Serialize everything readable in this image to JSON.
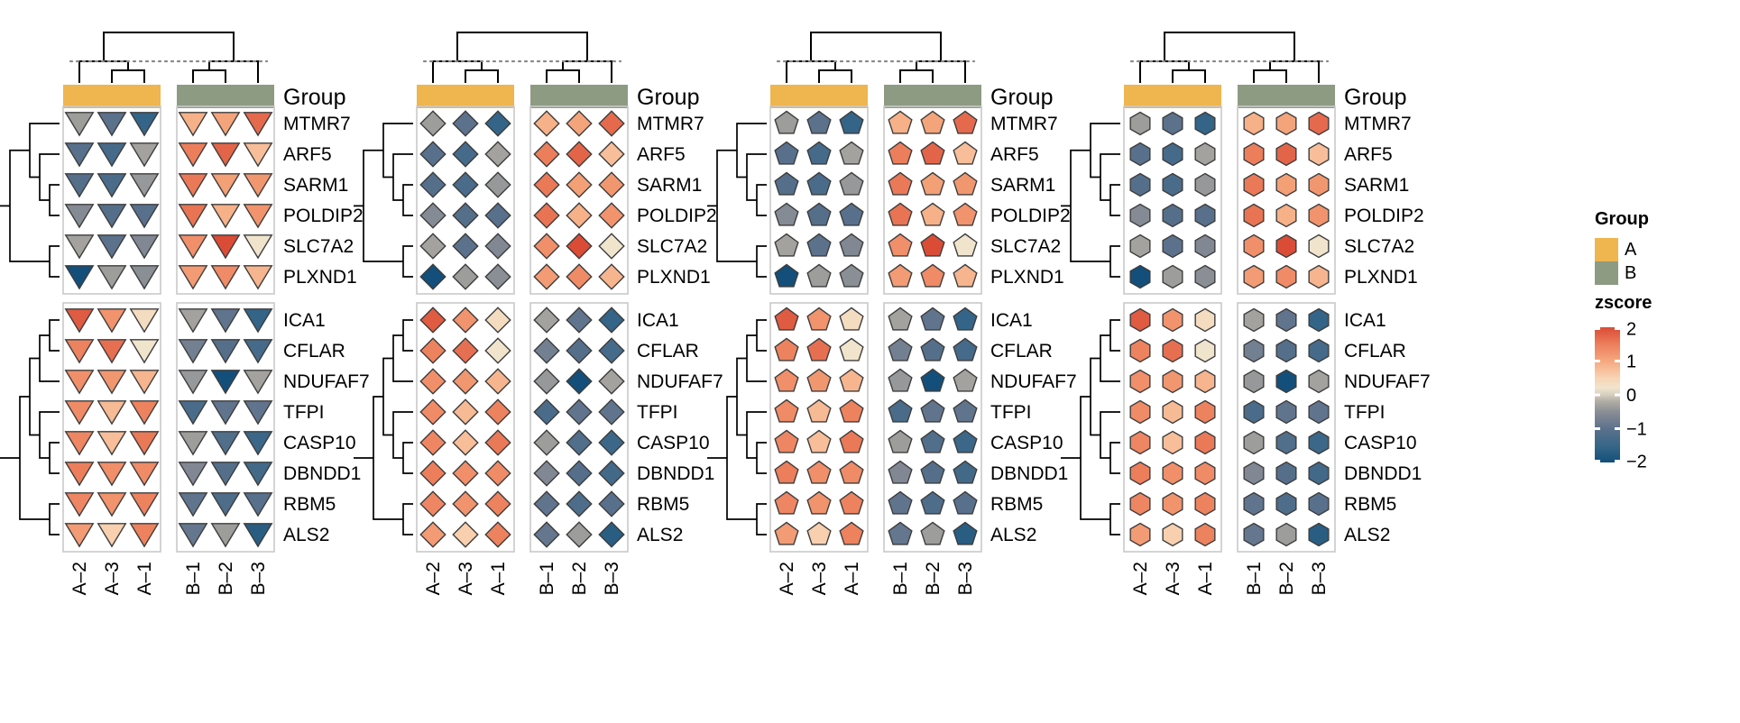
{
  "figure": {
    "type": "heatmap",
    "title": "",
    "n_panels": 4,
    "shapes": [
      "triangle",
      "diamond",
      "pentagon",
      "hexagon"
    ],
    "group_label": "Group"
  },
  "legends": {
    "group": {
      "title": "Group",
      "items": [
        {
          "label": "A",
          "color": "#EFB champion"
        },
        {
          "label": "B",
          "color": "#8d9b83"
        }
      ]
    },
    "zscore": {
      "title": "zscore",
      "ticks": [
        "2",
        "1",
        "0",
        "−1",
        "−2"
      ],
      "max": 2,
      "min": -2,
      "high_color": "#d6604d",
      "mid_color": "#f7f0e4",
      "low_color": "#1c5c82"
    }
  },
  "chart_data": {
    "type": "heatmap",
    "title": "",
    "xlabel": "",
    "ylabel": "",
    "legend_position": "right",
    "colorbar": {
      "label": "zscore",
      "ticks": [
        2,
        1,
        0,
        -1,
        -2
      ],
      "range": [
        -2,
        2
      ]
    },
    "columns": [
      "A-2",
      "A-3",
      "A-1",
      "B-1",
      "B-2",
      "B-3"
    ],
    "column_groups": [
      "A",
      "A",
      "A",
      "B",
      "B",
      "B"
    ],
    "group_colors": {
      "A": "#efb54f",
      "B": "#8d9b83"
    },
    "rows": [
      "MTMR7",
      "ARF5",
      "SARM1",
      "POLDIP2",
      "SLC7A2",
      "PLXND1",
      "ICA1",
      "CFLAR",
      "NDUFAF7",
      "TFPI",
      "CASP10",
      "DBNDD1",
      "RBM5",
      "ALS2"
    ],
    "row_blocks": [
      {
        "rows": [
          "MTMR7",
          "ARF5",
          "SARM1",
          "POLDIP2",
          "SLC7A2",
          "PLXND1"
        ]
      },
      {
        "rows": [
          "ICA1",
          "CFLAR",
          "NDUFAF7",
          "TFPI",
          "CASP10",
          "DBNDD1",
          "RBM5",
          "ALS2"
        ]
      }
    ],
    "values": [
      [
        -0.35,
        -1.0,
        -1.55,
        0.9,
        1.05,
        1.7
      ],
      [
        -1.05,
        -1.3,
        -0.3,
        1.5,
        1.75,
        0.75
      ],
      [
        -1.1,
        -1.25,
        -0.4,
        1.55,
        1.1,
        1.2
      ],
      [
        -0.55,
        -1.1,
        -1.05,
        1.6,
        0.9,
        1.25
      ],
      [
        -0.3,
        -1.0,
        -0.6,
        1.3,
        2.0,
        0.2
      ],
      [
        -2.0,
        -0.35,
        -0.5,
        1.15,
        1.35,
        0.85
      ],
      [
        1.85,
        1.25,
        0.35,
        -0.3,
        -0.95,
        -1.55
      ],
      [
        1.45,
        1.65,
        0.2,
        -0.75,
        -1.1,
        -1.3
      ],
      [
        1.3,
        1.2,
        0.85,
        -0.4,
        -2.0,
        -0.3
      ],
      [
        1.35,
        0.8,
        1.45,
        -1.25,
        -0.95,
        -0.95
      ],
      [
        1.4,
        0.75,
        1.55,
        -0.35,
        -1.15,
        -1.45
      ],
      [
        1.5,
        1.3,
        1.35,
        -0.6,
        -1.1,
        -1.35
      ],
      [
        1.4,
        1.25,
        1.45,
        -0.95,
        -1.2,
        -1.05
      ],
      [
        1.15,
        0.55,
        1.45,
        -0.9,
        -0.35,
        -1.7
      ]
    ]
  }
}
